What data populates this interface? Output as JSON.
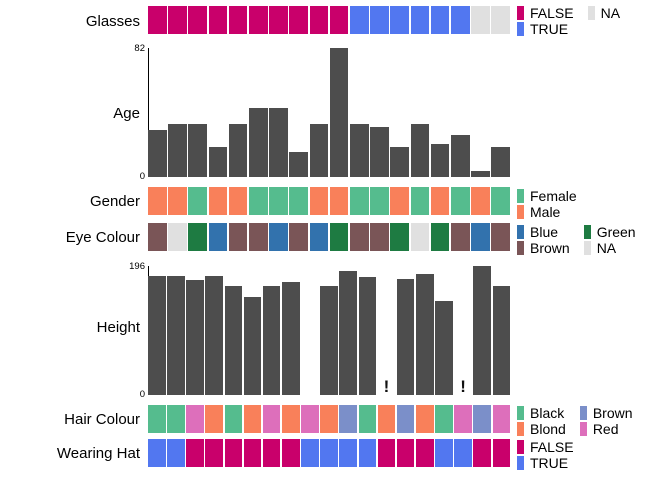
{
  "chart_data": {
    "type": "table",
    "title": "",
    "n_observations": 18,
    "panels": [
      {
        "name": "Glasses",
        "label": "Glasses",
        "kind": "categorical",
        "values": [
          "FALSE",
          "FALSE",
          "FALSE",
          "FALSE",
          "FALSE",
          "FALSE",
          "FALSE",
          "FALSE",
          "FALSE",
          "FALSE",
          "TRUE",
          "TRUE",
          "TRUE",
          "TRUE",
          "TRUE",
          "TRUE",
          "NA",
          "NA"
        ],
        "legend": {
          "columns": 2,
          "entries": [
            {
              "label": "FALSE",
              "color": "#C9006B"
            },
            {
              "label": "NA",
              "color": "#E0E0E0"
            },
            {
              "label": "TRUE",
              "color": "#5277F0"
            }
          ],
          "order": [
            "FALSE",
            "NA",
            "TRUE"
          ]
        }
      },
      {
        "name": "Age",
        "label": "Age",
        "kind": "numeric",
        "ylim": [
          0,
          82
        ],
        "axis_top": "82",
        "axis_bottom": "0",
        "values": [
          30,
          34,
          34,
          19,
          34,
          44,
          44,
          16,
          34,
          82,
          34,
          32,
          19,
          34,
          21,
          27,
          4,
          19
        ],
        "bar_color": "#4d4d4d"
      },
      {
        "name": "Gender",
        "label": "Gender",
        "kind": "categorical",
        "values": [
          "Male",
          "Male",
          "Female",
          "Male",
          "Male",
          "Female",
          "Female",
          "Female",
          "Male",
          "Male",
          "Female",
          "Female",
          "Male",
          "Female",
          "Male",
          "Female",
          "Male",
          "Female"
        ],
        "legend": {
          "columns": 1,
          "entries": [
            {
              "label": "Female",
              "color": "#55BC8E"
            },
            {
              "label": "Male",
              "color": "#F9805A"
            }
          ],
          "order": [
            "Female",
            "Male"
          ]
        }
      },
      {
        "name": "Eye Colour",
        "label": "Eye Colour",
        "kind": "categorical",
        "values": [
          "Brown",
          "NA",
          "Green",
          "Blue",
          "Brown",
          "Brown",
          "Blue",
          "Brown",
          "Blue",
          "Green",
          "Brown",
          "Brown",
          "Green",
          "NA",
          "Green",
          "Brown",
          "Blue",
          "Brown"
        ],
        "legend": {
          "columns": 2,
          "entries": [
            {
              "label": "Blue",
              "color": "#3272AD"
            },
            {
              "label": "Green",
              "color": "#1E7B42"
            },
            {
              "label": "Brown",
              "color": "#7A5557"
            },
            {
              "label": "NA",
              "color": "#E0E0E0"
            }
          ],
          "order": [
            "Blue",
            "Green",
            "Brown",
            "NA"
          ]
        }
      },
      {
        "name": "Height",
        "label": "Height",
        "kind": "numeric",
        "ylim": [
          0,
          196
        ],
        "axis_top": "196",
        "axis_bottom": "0",
        "values": [
          181,
          181,
          174,
          181,
          166,
          149,
          166,
          172,
          null,
          166,
          188,
          180,
          "!",
          177,
          184,
          143,
          "!",
          196,
          166
        ],
        "markers": [
          "!"
        ],
        "bar_color": "#4d4d4d"
      },
      {
        "name": "Hair Colour",
        "label": "Hair Colour",
        "kind": "categorical",
        "values": [
          "Black",
          "Black",
          "Red",
          "Blond",
          "Black",
          "Blond",
          "Red",
          "Blond",
          "Red",
          "Blond",
          "Brown",
          "Black",
          "Blond",
          "Brown",
          "Blond",
          "Black",
          "Red",
          "Brown",
          "Red"
        ],
        "legend": {
          "columns": 2,
          "entries": [
            {
              "label": "Black",
              "color": "#55BC8E"
            },
            {
              "label": "Brown",
              "color": "#7B8FC9"
            },
            {
              "label": "Blond",
              "color": "#F9805A"
            },
            {
              "label": "Red",
              "color": "#DD6FBB"
            }
          ],
          "order": [
            "Black",
            "Brown",
            "Blond",
            "Red"
          ]
        }
      },
      {
        "name": "Wearing Hat",
        "label": "Wearing Hat",
        "kind": "categorical",
        "values": [
          "TRUE",
          "TRUE",
          "FALSE",
          "FALSE",
          "FALSE",
          "FALSE",
          "FALSE",
          "FALSE",
          "TRUE",
          "TRUE",
          "TRUE",
          "TRUE",
          "FALSE",
          "FALSE",
          "FALSE",
          "TRUE",
          "TRUE",
          "FALSE",
          "FALSE"
        ],
        "legend": {
          "columns": 1,
          "entries": [
            {
              "label": "FALSE",
              "color": "#C9006B"
            },
            {
              "label": "TRUE",
              "color": "#5277F0"
            }
          ],
          "order": [
            "FALSE",
            "TRUE"
          ]
        }
      }
    ],
    "palette": {
      "false": "#C9006B",
      "true": "#5277F0",
      "na": "#E0E0E0",
      "female": "#55BC8E",
      "male": "#F9805A",
      "blue": "#3272AD",
      "green": "#1E7B42",
      "brown_eye": "#7A5557",
      "black_hair": "#55BC8E",
      "brown_hair": "#7B8FC9",
      "blond": "#F9805A",
      "red": "#DD6FBB",
      "bar": "#4d4d4d",
      "background": "#FFFFFF"
    }
  }
}
